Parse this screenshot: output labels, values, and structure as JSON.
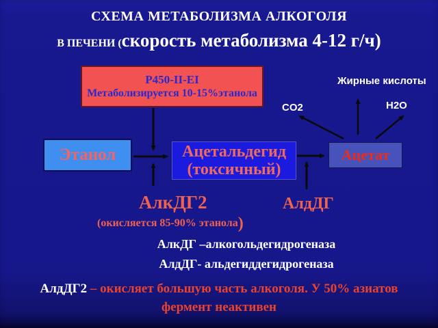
{
  "title": {
    "line1": "СХЕМА МЕТАБОЛИЗМА АЛКОГОЛЯ",
    "line2_prefix": "В ПЕЧЕНИ (",
    "line2_main": "скорость метаболизма 4-12 г/ч)"
  },
  "boxes": {
    "p450": {
      "line1": "P450-II-EI",
      "line2": "Метаболизируется 10-15%этанола"
    },
    "ethanol": {
      "label": "Этанол"
    },
    "acetaldehyde": {
      "line1": "Ацетальдегид",
      "line2": "(токсичный)"
    },
    "acetate": {
      "label": "Ацетат"
    }
  },
  "products": {
    "fatty_acids": "Жирные кислоты",
    "co2": "CO2",
    "h2o": "H2O"
  },
  "enzymes": {
    "adh_label": "АлкДГ2",
    "adh_note": "(окисляется 85-90% этанола",
    "adh_note_paren": ")",
    "aldh_label": "АлдДГ"
  },
  "legend": {
    "line1": "АлкДГ –алкогольдегидрогеназа",
    "line2": "АлдДГ- альдегиддегидрогеназа"
  },
  "footnote": {
    "term": "АлдДГ2",
    "rest": "– окисляет большую часть алкоголя.  У 50% азиатов",
    "line2": "фермент неактивен"
  },
  "colors": {
    "background": "#17178c",
    "p450_box_fill": "#f25251",
    "p450_box_text": "#2929cf",
    "ethanol_box_fill": "#3e8ff0",
    "acetaldehyde_box_fill": "#1b1be0",
    "acetate_box_fill": "#4753bb",
    "salmon_text": "#ef6a5e",
    "red_text": "#e8432e",
    "white_text": "#ffffff",
    "arrow": "#0a0a0a"
  }
}
